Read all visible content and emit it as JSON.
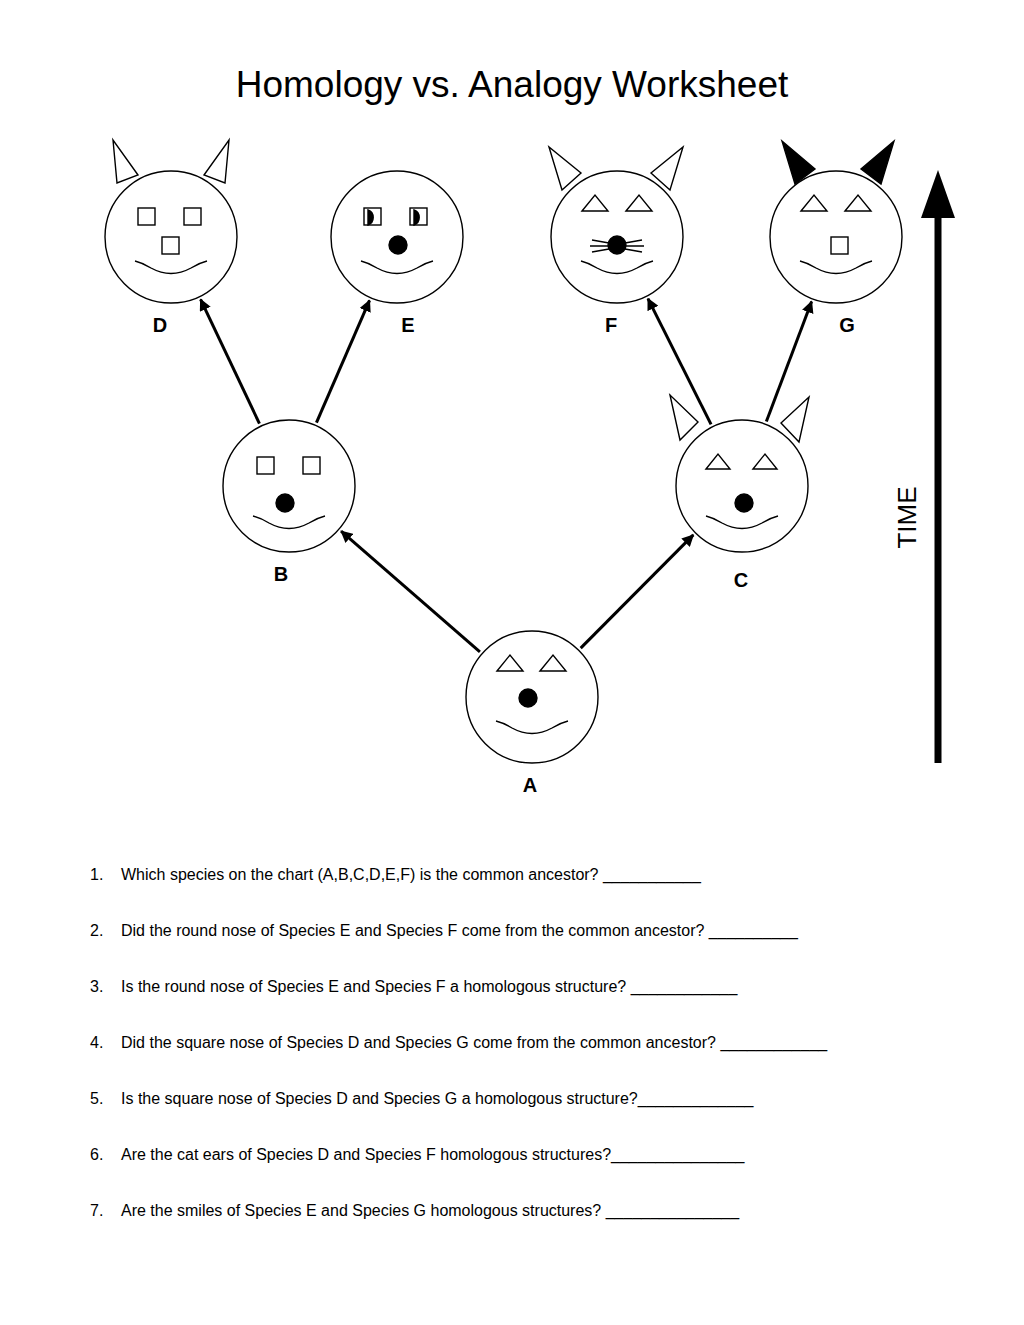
{
  "diagram": {
    "title": "Homology vs. Analogy Worksheet",
    "nodes": [
      {
        "text": [
          "D"
        ]
      },
      {
        "text": [
          "E"
        ]
      },
      {
        "text": [
          "F"
        ]
      },
      {
        "text": [
          "G"
        ]
      },
      {
        "text": [
          "B"
        ]
      },
      {
        "text": [
          "C"
        ]
      },
      {
        "text": [
          "A"
        ]
      }
    ],
    "edges": [
      {
        "from": 6,
        "to": 4,
        "arrow": "to"
      },
      {
        "from": 6,
        "to": 5,
        "arrow": "to"
      },
      {
        "from": 4,
        "to": 0,
        "arrow": "to"
      },
      {
        "from": 4,
        "to": 1,
        "arrow": "to"
      },
      {
        "from": 5,
        "to": 2,
        "arrow": "to"
      },
      {
        "from": 5,
        "to": 3,
        "arrow": "to"
      }
    ],
    "labels": [
      "TIME",
      "1.",
      "Which species on the chart (A,B,C,D,E,F) is the common ancestor? ___________",
      "2.",
      "Did the round nose of Species E and Species F come from the common ancestor? __________",
      "3.",
      "Is the round nose of Species E and Species F a homologous structure? ____________",
      "4.",
      "Did the square nose of Species D and Species G come from the common ancestor? ____________",
      "5.",
      "Is the square nose of Species D and Species G a homologous structure?_____________",
      "6.",
      "Are the cat ears of Species D and Species F homologous structures?_______________",
      "7.",
      "Are the smiles of Species E and Species G homologous structures? _______________"
    ]
  }
}
